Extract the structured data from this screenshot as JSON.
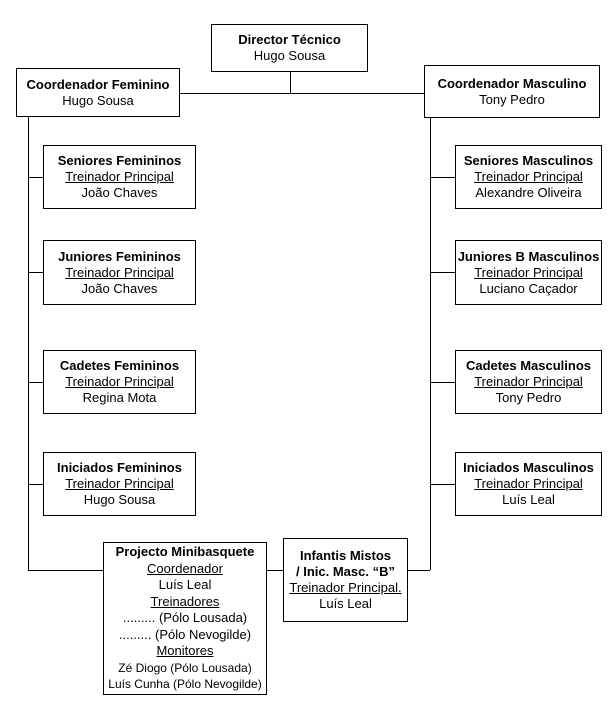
{
  "org_chart": {
    "director": {
      "title": "Director Técnico",
      "name": "Hugo Sousa"
    },
    "coordinator_feminine": {
      "title": "Coordenador Feminino",
      "name": "Hugo Sousa"
    },
    "coordinator_masculine": {
      "title": "Coordenador Masculino",
      "name": "Tony Pedro"
    },
    "feminine_teams": [
      {
        "title": "Seniores Femininos",
        "role": "Treinador Principal",
        "name": "João Chaves"
      },
      {
        "title": "Juniores Femininos",
        "role": "Treinador Principal",
        "name": "João Chaves"
      },
      {
        "title": "Cadetes Femininos",
        "role": "Treinador Principal",
        "name": "Regina Mota"
      },
      {
        "title": "Iniciados Femininos",
        "role": "Treinador Principal",
        "name": "Hugo Sousa"
      }
    ],
    "masculine_teams": [
      {
        "title": "Seniores Masculinos",
        "role": "Treinador Principal",
        "name": "Alexandre Oliveira"
      },
      {
        "title": "Juniores B Masculinos",
        "role": "Treinador Principal",
        "name": "Luciano Caçador"
      },
      {
        "title": "Cadetes Masculinos",
        "role": "Treinador Principal",
        "name": "Tony Pedro"
      },
      {
        "title": "Iniciados Masculinos",
        "role": "Treinador Principal",
        "name": "Luís Leal"
      }
    ],
    "minibasquete": {
      "title": "Projecto Minibasquete",
      "coordinator_label": "Coordenador",
      "coordinator_name": "Luís Leal",
      "coaches_label": "Treinadores",
      "coach_1": "......... (Pólo Lousada)",
      "coach_2": "......... (Pólo Nevogilde)",
      "monitors_label": "Monitores",
      "monitor_1": "Zé Diogo (Pólo Lousada)",
      "monitor_2": "Luís Cunha (Pólo Nevogilde)"
    },
    "infantis": {
      "title_line_1": "Infantis Mistos",
      "title_line_2": "/ Inic. Masc. “B”",
      "role": "Treinador Principal.",
      "name": "Luís Leal"
    }
  }
}
